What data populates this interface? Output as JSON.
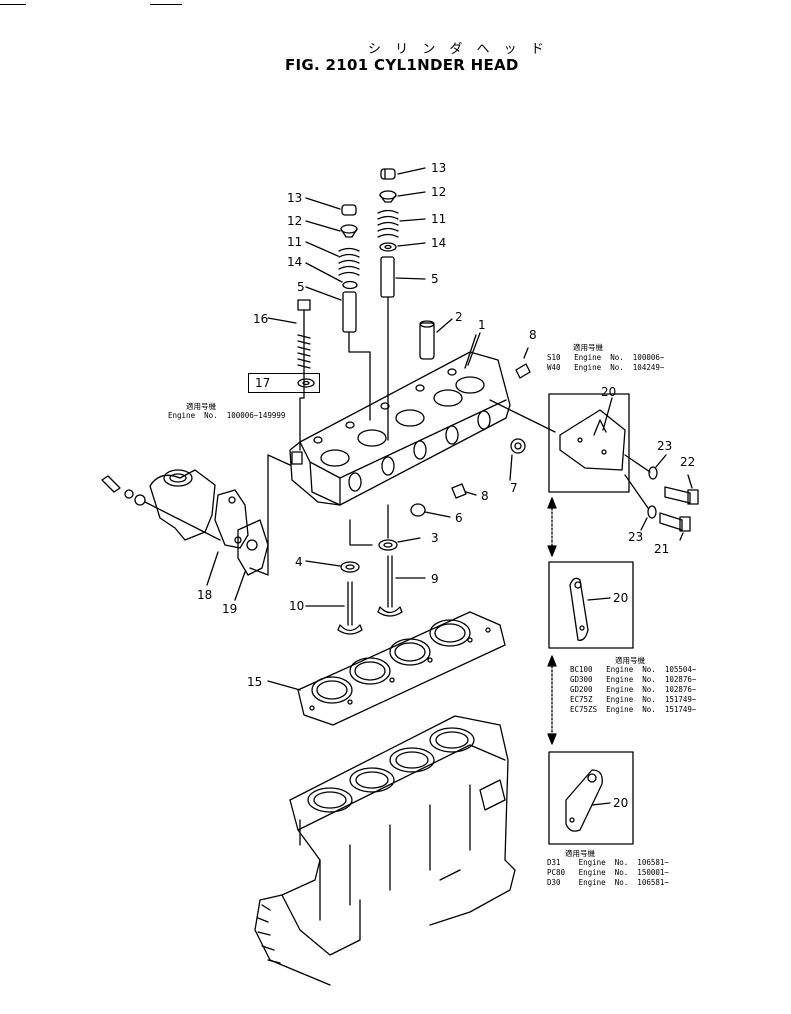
{
  "title_jp": "シ リ ン ダ ヘ ッ ド",
  "title": "FIG. 2101  CYL1NDER HEAD",
  "callouts": {
    "c13a": "13",
    "c12a": "12",
    "c11a": "11",
    "c14a": "14",
    "c5a": "5",
    "c13b": "13",
    "c12b": "12",
    "c11b": "11",
    "c14b": "14",
    "c5b": "5",
    "c2": "2",
    "c1": "1",
    "c8a": "8",
    "c16": "16",
    "c17": "17",
    "c8b": "8",
    "c7": "7",
    "c6": "6",
    "c3": "3",
    "c4": "4",
    "c9": "9",
    "c10": "10",
    "c18": "18",
    "c19": "19",
    "c15": "15",
    "c20a": "20",
    "c20b": "20",
    "c20c": "20",
    "c23a": "23",
    "c22": "22",
    "c23b": "23",
    "c21": "21"
  },
  "notes": {
    "left_header": "適用号機",
    "left_line": "Engine  No.  100006~149999",
    "top_header": "適用号機",
    "top_lines": [
      "S10   Engine  No.  100006~",
      "W40   Engine  No.  104249~"
    ],
    "mid_header": "適用号機",
    "mid_lines": [
      "BC100   Engine  No.  105504~",
      "GD300   Engine  No.  102876~",
      "GD200   Engine  No.  102876~",
      "EC75Z   Engine  No.  151749~",
      "EC75ZS  Engine  No.  151749~"
    ],
    "bot_header": "適用号機",
    "bot_lines": [
      "D31    Engine  No.  106581~",
      "PC80   Engine  No.  150001~",
      "D30    Engine  No.  106581~"
    ]
  }
}
